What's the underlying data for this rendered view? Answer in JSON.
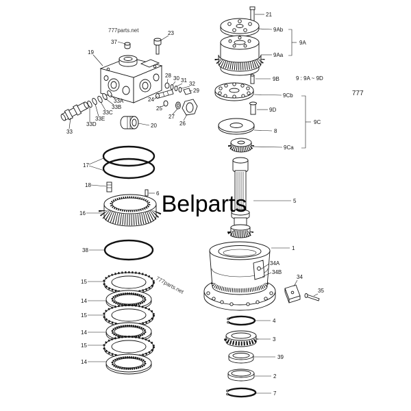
{
  "colors": {
    "ink": "#111111",
    "paper": "#ffffff"
  },
  "watermarks": {
    "brand": "Belparts",
    "site_top": "777parts.net",
    "site_middle": "777parts.net",
    "edge": "777"
  },
  "note": "9 : 9A ~ 9D",
  "groups": {
    "g9A": "9A",
    "g9C": "9C"
  },
  "callouts": {
    "c21": "21",
    "c9Ab": "9Ab",
    "c9Aa": "9Aa",
    "c9B": "9B",
    "c9Cb": "9Cb",
    "c9D": "9D",
    "c8": "8",
    "c9Ca": "9Ca",
    "c5": "5",
    "c1": "1",
    "c34A": "34A",
    "c34B": "34B",
    "c34": "34",
    "c35": "35",
    "c4": "4",
    "c3": "3",
    "c39": "39",
    "c2": "2",
    "c7": "7",
    "c23": "23",
    "c37": "37",
    "c19": "19",
    "c28": "28",
    "c30": "30",
    "c31": "31",
    "c32": "32",
    "c29": "29",
    "c33A": "33A",
    "c33B": "33B",
    "c33C": "33C",
    "c33E": "33E",
    "c33D": "33D",
    "c33": "33",
    "c24": "24",
    "c25": "25",
    "c27": "27",
    "c26": "26",
    "c20": "20",
    "c17": "17",
    "c18": "18",
    "c6": "6",
    "c16": "16",
    "c38": "38",
    "c15_1": "15",
    "c14_1": "14",
    "c15_2": "15",
    "c14_2": "14",
    "c15_3": "15",
    "c14_3": "14"
  }
}
